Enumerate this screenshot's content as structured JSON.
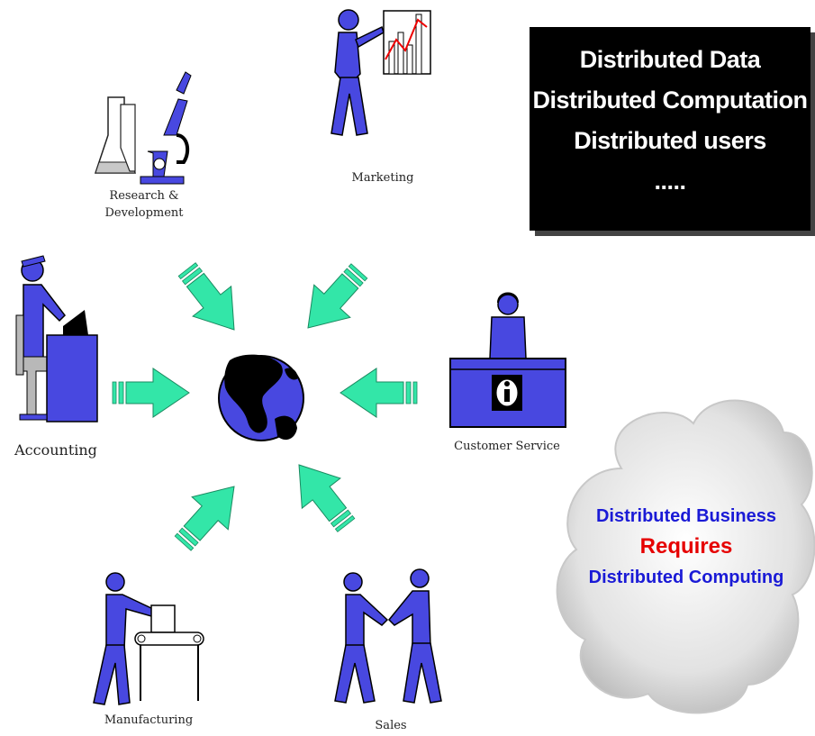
{
  "departments": {
    "rnd": "Research & Development",
    "marketing": "Marketing",
    "accounting": "Accounting",
    "customer_service": "Customer Service",
    "manufacturing": "Manufacturing",
    "sales": "Sales"
  },
  "black_box": {
    "line1": "Distributed Data",
    "line2": "Distributed Computation",
    "line3": "Distributed users",
    "line4": "....."
  },
  "cloud": {
    "line1": "Distributed Business",
    "line2": "Requires",
    "line3": "Distributed Computing"
  },
  "colors": {
    "figure": "#4848e0",
    "arrow": "#33e6a8",
    "black_box": "#000000",
    "cloud_blue": "#1a1ad6",
    "cloud_red": "#e60000"
  }
}
